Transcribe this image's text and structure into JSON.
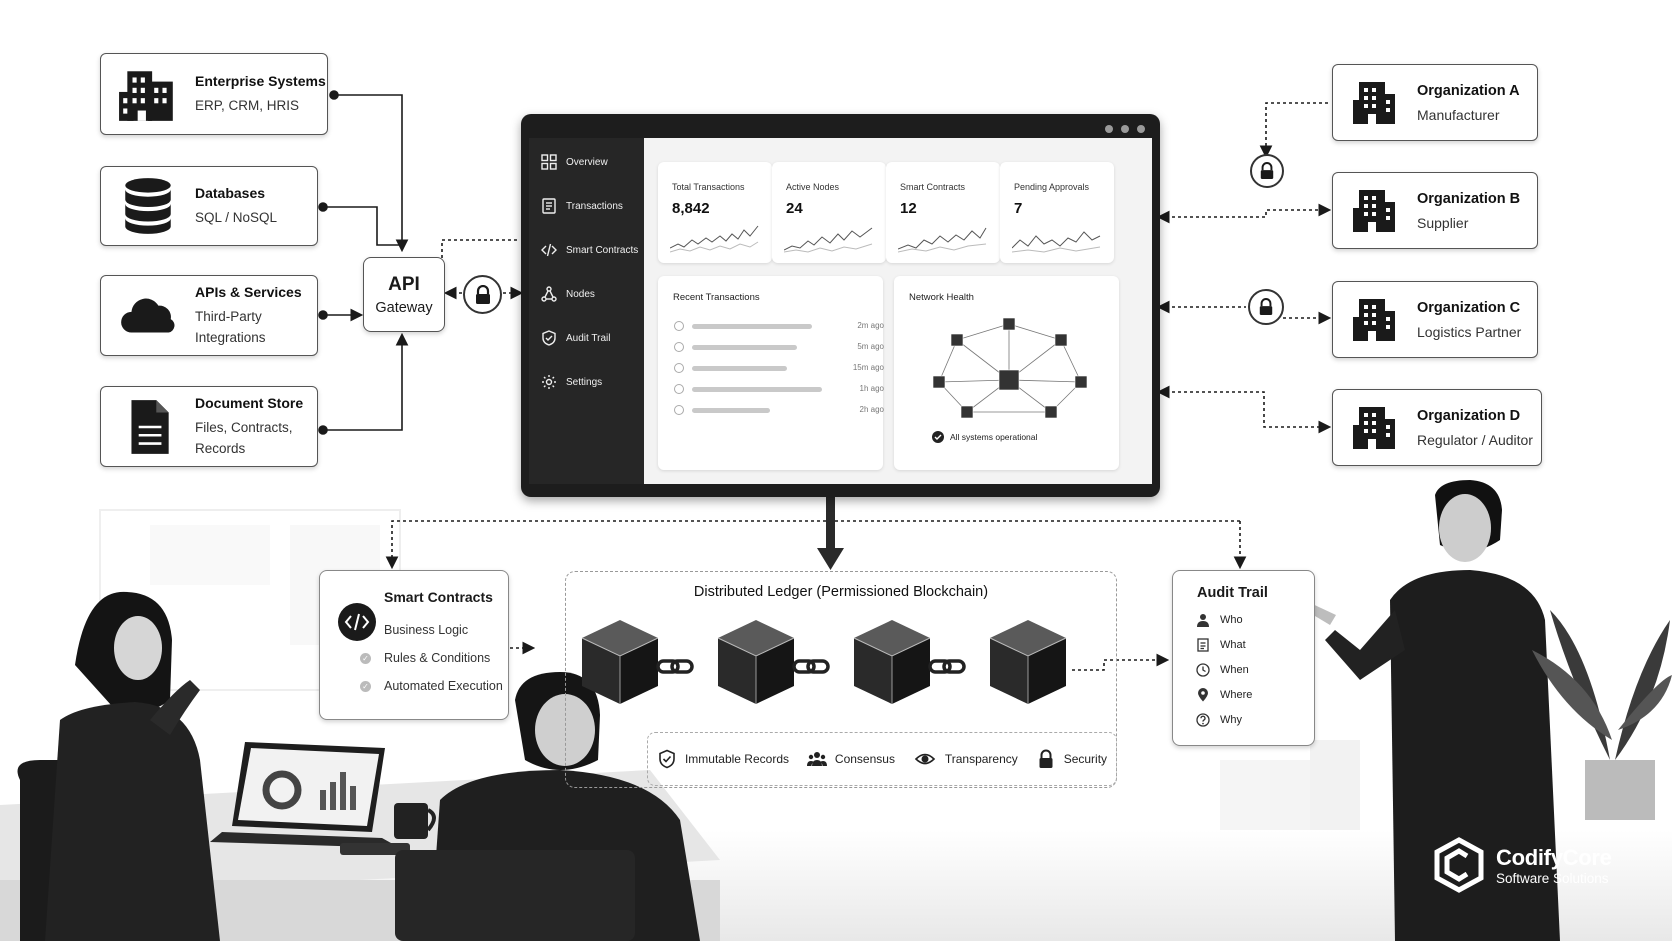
{
  "sources": [
    {
      "title": "Enterprise Systems",
      "sub": [
        "ERP, CRM, HRIS"
      ],
      "icon": "building-icon"
    },
    {
      "title": "Databases",
      "sub": [
        "SQL / NoSQL"
      ],
      "icon": "database-icon"
    },
    {
      "title": "APIs & Services",
      "sub": [
        "Third-Party",
        "Integrations"
      ],
      "icon": "cloud-icon"
    },
    {
      "title": "Document Store",
      "sub": [
        "Files, Contracts,",
        "Records"
      ],
      "icon": "document-icon"
    }
  ],
  "gateway": {
    "line1": "API",
    "line2": "Gateway"
  },
  "organizations": [
    {
      "title": "Organization A",
      "sub": "Manufacturer"
    },
    {
      "title": "Organization B",
      "sub": "Supplier"
    },
    {
      "title": "Organization C",
      "sub": "Logistics Partner"
    },
    {
      "title": "Organization D",
      "sub": "Regulator / Auditor"
    }
  ],
  "dashboard": {
    "nav": [
      "Overview",
      "Transactions",
      "Smart Contracts",
      "Nodes",
      "Audit Trail",
      "Settings"
    ],
    "stats": [
      {
        "label": "Total Transactions",
        "value": "8,842"
      },
      {
        "label": "Active Nodes",
        "value": "24"
      },
      {
        "label": "Smart Contracts",
        "value": "12"
      },
      {
        "label": "Pending Approvals",
        "value": "7"
      }
    ],
    "recent": {
      "title": "Recent Transactions",
      "times": [
        "2m ago",
        "5m ago",
        "15m ago",
        "1h ago",
        "2h ago"
      ]
    },
    "health": {
      "title": "Network Health",
      "status": "All systems operational"
    }
  },
  "smart_contracts": {
    "title": "Smart Contracts",
    "items": [
      "Business Logic",
      "Rules & Conditions",
      "Automated Execution"
    ]
  },
  "ledger": {
    "title": "Distributed Ledger (Permissioned Blockchain)",
    "features": [
      "Immutable Records",
      "Consensus",
      "Transparency",
      "Security"
    ]
  },
  "audit": {
    "title": "Audit Trail",
    "items": [
      "Who",
      "What",
      "When",
      "Where",
      "Why"
    ]
  },
  "brand": {
    "name": "CodifyCore",
    "tagline": "Software Solutions"
  },
  "colors": {
    "dark": "#1d1d1d",
    "panel": "#f3f3f3",
    "line": "#2a2a2a"
  }
}
